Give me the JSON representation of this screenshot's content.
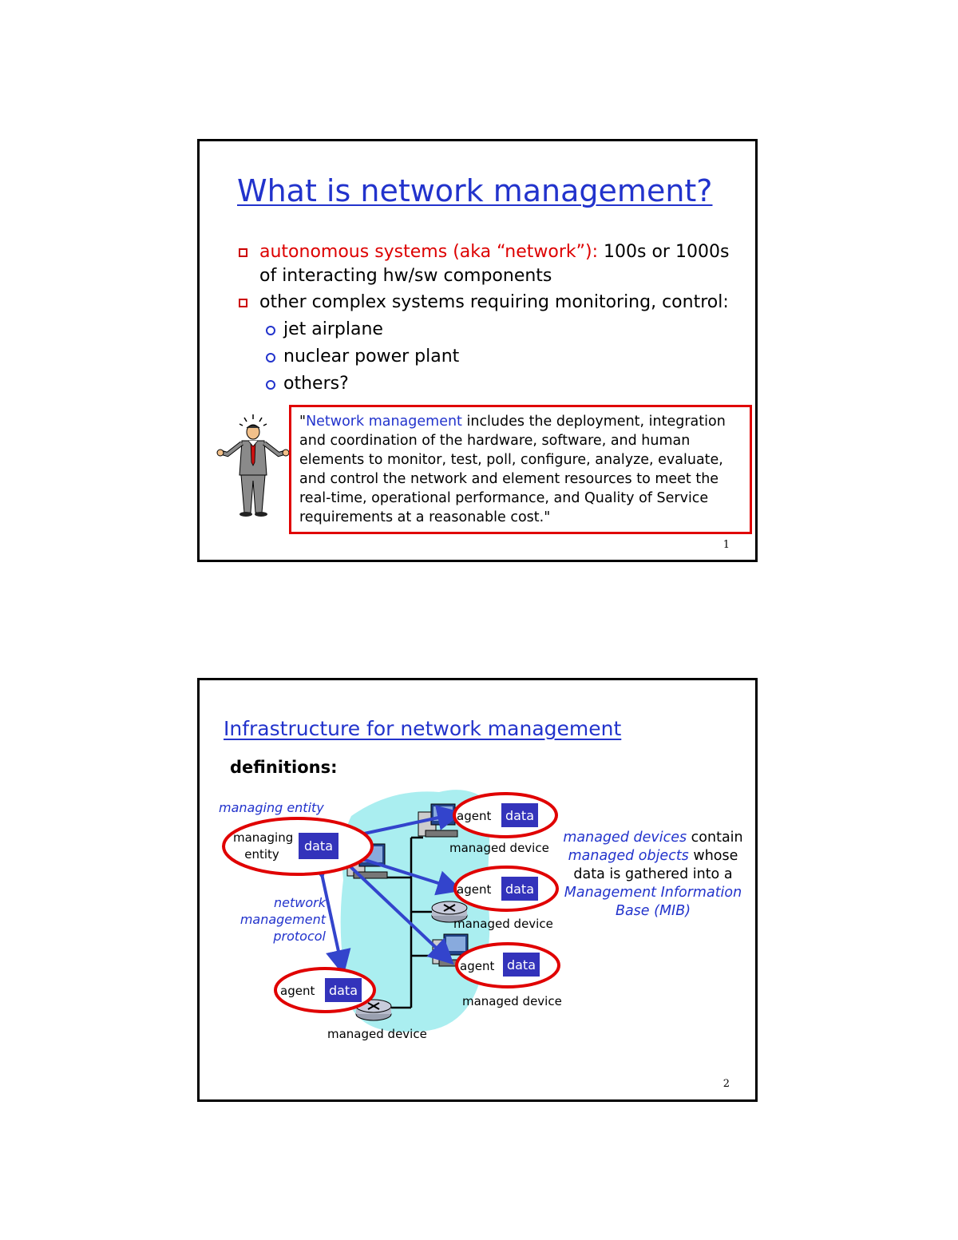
{
  "slide1": {
    "title": "What is network management?",
    "bullets": [
      {
        "lead": "autonomous systems (aka “network”):",
        "rest": " 100s or 1000s",
        "line2": "of interacting hw/sw components"
      },
      {
        "text": "other complex systems requiring monitoring, control:"
      }
    ],
    "subitems": [
      "jet airplane",
      "nuclear power plant",
      "others?"
    ],
    "quote": {
      "open": "\"",
      "highlight": "Network management",
      "body": " includes the deployment, integration and coordination of the hardware, software, and human elements to monitor, test, poll, configure, analyze, evaluate, and control the network and element resources to meet the real-time, operational performance, and Quality of Service requirements at a reasonable cost.\""
    },
    "page_number": "1"
  },
  "slide2": {
    "title": "Infrastructure for network management",
    "definitions_label": "definitions:",
    "managing_entity_caption": "managing entity",
    "managing_entity_box": [
      "managing",
      "entity"
    ],
    "data_label": "data",
    "agent_label": "agent",
    "managed_device_label": "managed device",
    "protocol_caption": [
      "network",
      "management",
      "protocol"
    ],
    "right_text": {
      "line1_italic": "managed devices",
      "line1_rest": " contain",
      "line2_italic": "managed objects",
      "line2_rest": " whose",
      "line3": "data is gathered into a",
      "line4": "Management Information",
      "line5": "Base (MIB)"
    },
    "page_number": "2"
  }
}
